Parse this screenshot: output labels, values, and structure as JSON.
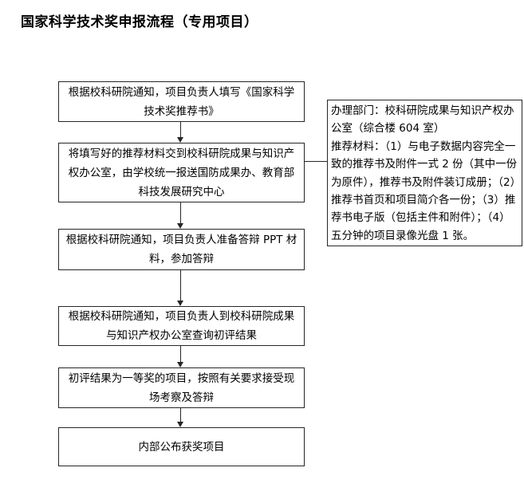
{
  "page": {
    "title": "国家科学技术奖申报流程（专用项目）"
  },
  "flowchart": {
    "steps": [
      "根据校科研院通知，项目负责人填写《国家科学技术奖推荐书》",
      "将填写好的推荐材料交到校科研院成果与知识产权办公室，由学校统一报送国防成果办、教育部科技发展研究中心",
      "根据校科研院通知，项目负责人准备答辩 PPT 材料，参加答辩",
      "根据校科研院通知，项目负责人到校科研院成果与知识产权办公室查询初评结果",
      "初评结果为一等奖的项目，按照有关要求接受现场考察及答辩",
      "内部公布获奖项目"
    ]
  },
  "note": {
    "department_line": "办理部门：校科研院成果与知识产权办公室（综合楼 604 室）",
    "materials_line": "推荐材料：（1）与电子数据内容完全一致的推荐书及附件一式 2 份（其中一份为原件），推荐书及附件装订成册；（2）推荐书首页和项目简介各一份；（3）推荐书电子版（包括主件和附件）；（4）五分钟的项目录像光盘 1 张。"
  },
  "colors": {
    "border": "#262626",
    "text": "#000000",
    "background": "#ffffff"
  }
}
